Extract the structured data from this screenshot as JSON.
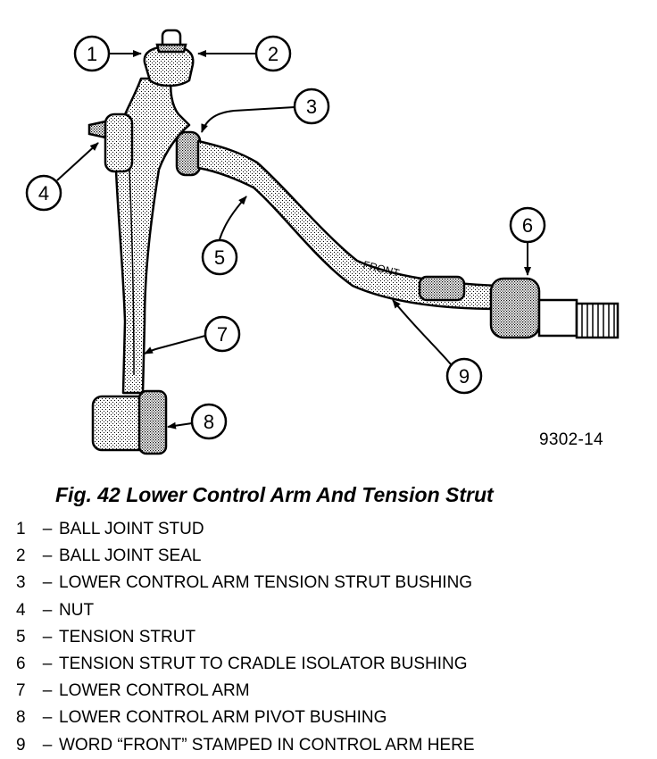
{
  "figure_id": "9302-14",
  "caption": "Fig. 42 Lower Control Arm And Tension Strut",
  "stamp_text": "FRONT",
  "callouts": [
    "1",
    "2",
    "3",
    "4",
    "5",
    "6",
    "7",
    "8",
    "9"
  ],
  "legend": [
    {
      "num": "1",
      "dash": "–",
      "text": "BALL JOINT STUD"
    },
    {
      "num": "2",
      "dash": "–",
      "text": "BALL JOINT SEAL"
    },
    {
      "num": "3",
      "dash": "–",
      "text": "LOWER CONTROL ARM TENSION STRUT BUSHING"
    },
    {
      "num": "4",
      "dash": "–",
      "text": "NUT"
    },
    {
      "num": "5",
      "dash": "–",
      "text": "TENSION STRUT"
    },
    {
      "num": "6",
      "dash": "–",
      "text": "TENSION STRUT TO CRADLE ISOLATOR BUSHING"
    },
    {
      "num": "7",
      "dash": "–",
      "text": "LOWER CONTROL ARM"
    },
    {
      "num": "8",
      "dash": "–",
      "text": "LOWER CONTROL ARM PIVOT BUSHING"
    },
    {
      "num": "9",
      "dash": "–",
      "text": "WORD “FRONT” STAMPED IN CONTROL ARM HERE"
    }
  ]
}
